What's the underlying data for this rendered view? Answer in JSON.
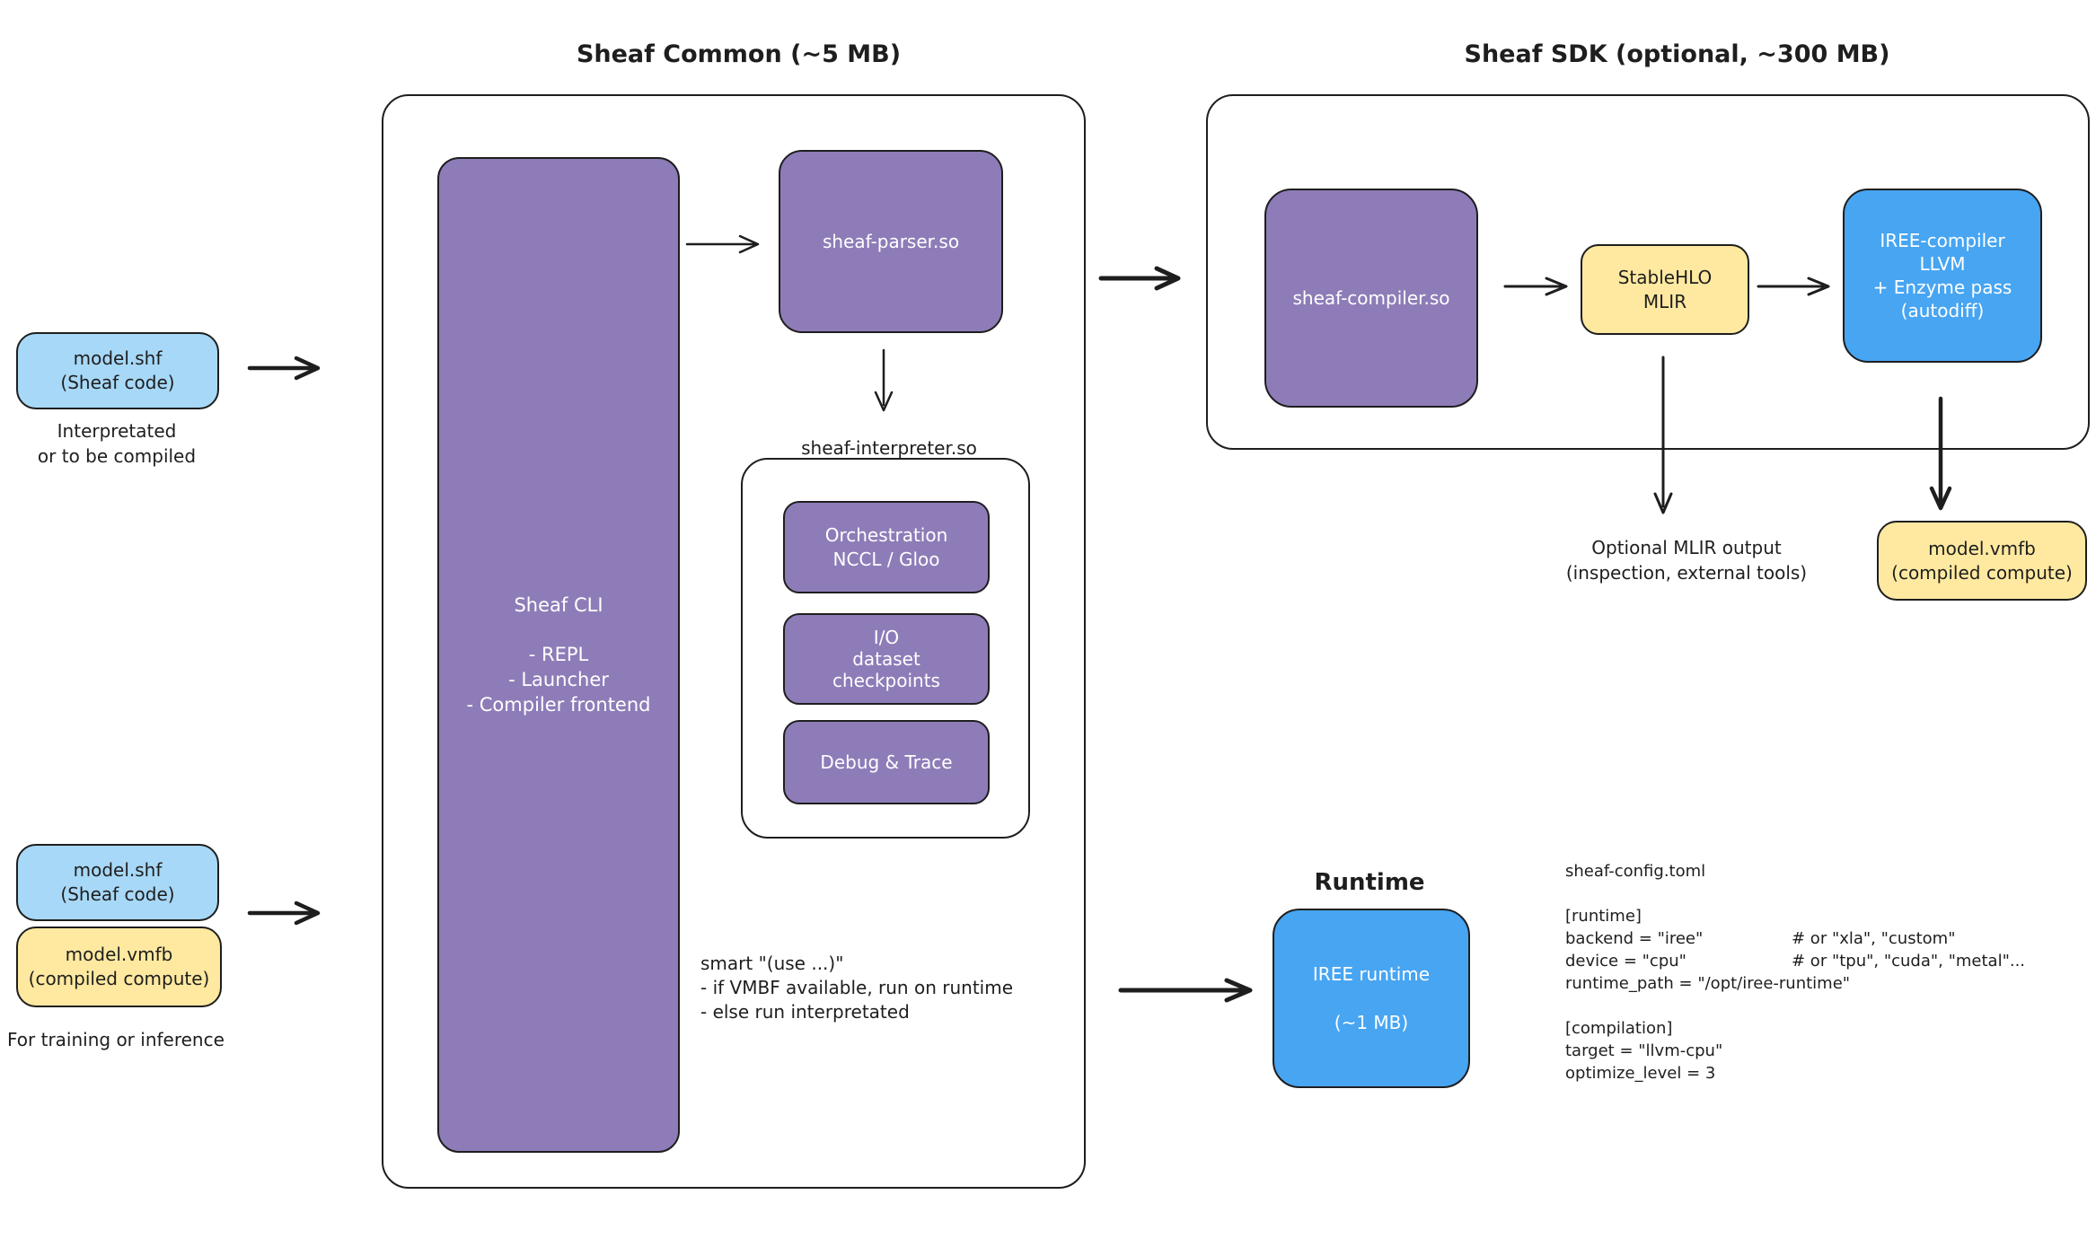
{
  "titles": {
    "sheaf_common": "Sheaf Common (~5 MB)",
    "sheaf_sdk": "Sheaf SDK (optional, ~300 MB)",
    "runtime": "Runtime"
  },
  "left": {
    "model_shf_top": {
      "line1": "model.shf",
      "line2": "(Sheaf code)"
    },
    "note_top": {
      "line1": "Interpretated",
      "line2": "or to be compiled"
    },
    "model_shf_bottom": {
      "line1": "model.shf",
      "line2": "(Sheaf code)"
    },
    "model_vmfb": {
      "line1": "model.vmfb",
      "line2": "(compiled compute)"
    },
    "note_bottom": "For training or inference"
  },
  "common": {
    "cli": {
      "title": "Sheaf CLI",
      "item1": "- REPL",
      "item2": "- Launcher",
      "item3": "- Compiler frontend"
    },
    "parser": "sheaf-parser.so",
    "interpreter_label": "sheaf-interpreter.so",
    "orchestration": {
      "line1": "Orchestration",
      "line2": "NCCL / Gloo"
    },
    "io": {
      "line1": "I/O",
      "line2": "dataset",
      "line3": "checkpoints"
    },
    "debug": "Debug & Trace",
    "smart_note": {
      "line1": "smart \"(use ...)\"",
      "line2": "- if VMBF available, run on runtime",
      "line3": "- else run interpretated"
    }
  },
  "sdk": {
    "compiler": "sheaf-compiler.so",
    "stablehlo": {
      "line1": "StableHLO",
      "line2": "MLIR"
    },
    "iree_compiler": {
      "line1": "IREE-compiler",
      "line2": "LLVM",
      "line3": "+ Enzyme pass",
      "line4": "(autodiff)"
    },
    "mlir_note": {
      "line1": "Optional MLIR output",
      "line2": "(inspection, external tools)"
    },
    "model_vmfb": {
      "line1": "model.vmfb",
      "line2": "(compiled compute)"
    }
  },
  "runtime": {
    "iree_runtime": {
      "line1": "IREE runtime",
      "line2": "(~1 MB)"
    }
  },
  "config": {
    "filename": "sheaf-config.toml",
    "lines": [
      {
        "text": "[runtime]",
        "comment": ""
      },
      {
        "text": "backend = \"iree\"",
        "comment": "# or \"xla\", \"custom\""
      },
      {
        "text": "device = \"cpu\"",
        "comment": "# or \"tpu\", \"cuda\", \"metal\"..."
      },
      {
        "text": "runtime_path = \"/opt/iree-runtime\"",
        "comment": ""
      },
      {
        "text": "",
        "comment": ""
      },
      {
        "text": "[compilation]",
        "comment": ""
      },
      {
        "text": "target = \"llvm-cpu\"",
        "comment": ""
      },
      {
        "text": "optimize_level = 3",
        "comment": ""
      }
    ]
  },
  "colors": {
    "stroke": "#1e1e1e",
    "purple_fill": "#8e7cb8",
    "light_blue_fill": "#a7d8f7",
    "yellow_fill": "#ffe9a0",
    "blue_fill": "#47a5f2",
    "background": "#ffffff"
  }
}
